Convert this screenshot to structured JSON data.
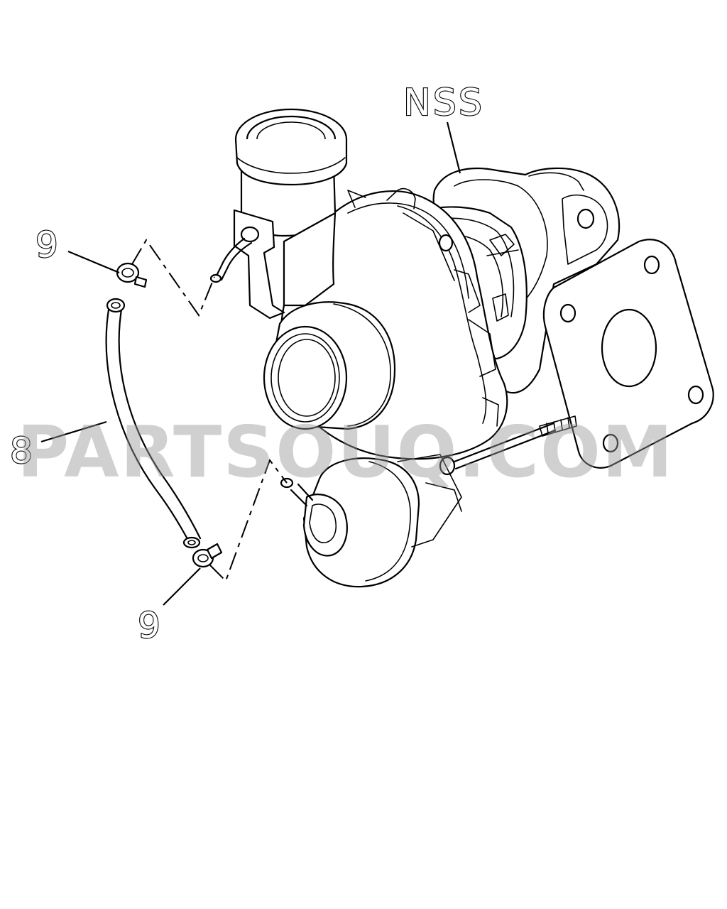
{
  "callouts": {
    "nss": "NSS",
    "clamp_upper": "9",
    "hose": "8",
    "clamp_lower": "9"
  },
  "watermark": "PARTSOUQ.COM",
  "colors": {
    "line": "#000000",
    "background": "#ffffff",
    "watermark": "#969696"
  }
}
